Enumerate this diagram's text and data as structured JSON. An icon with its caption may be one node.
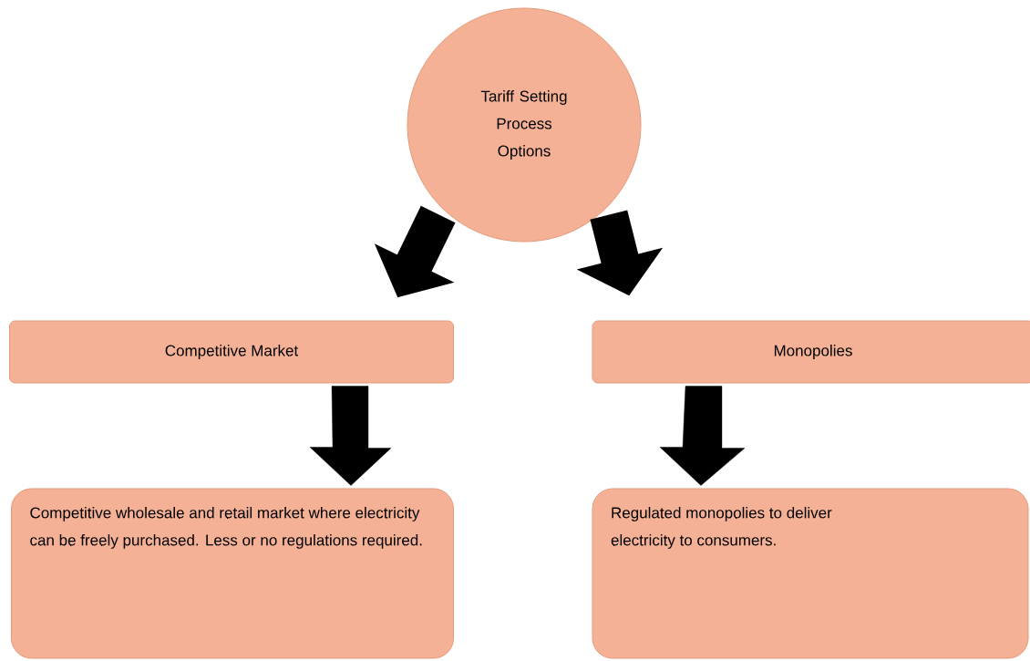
{
  "diagram": {
    "nodes": [
      {
        "text": [
          "Tariff Setting Process Options"
        ]
      },
      {
        "text": [
          "Competitive Market"
        ]
      },
      {
        "text": [
          "Monopolies"
        ]
      },
      {
        "text": [
          "Competitive wholesale and retail market where electricity can be freely purchased. Less or no regulations required."
        ]
      },
      {
        "text": [
          "Regulated monopolies to deliver electricity to consumers."
        ]
      }
    ],
    "edges": [
      {
        "from": 0,
        "to": 1,
        "arrow": "to"
      },
      {
        "from": 0,
        "to": 2,
        "arrow": "to"
      },
      {
        "from": 1,
        "to": 3,
        "arrow": "to"
      },
      {
        "from": 2,
        "to": 4,
        "arrow": "to"
      }
    ]
  }
}
